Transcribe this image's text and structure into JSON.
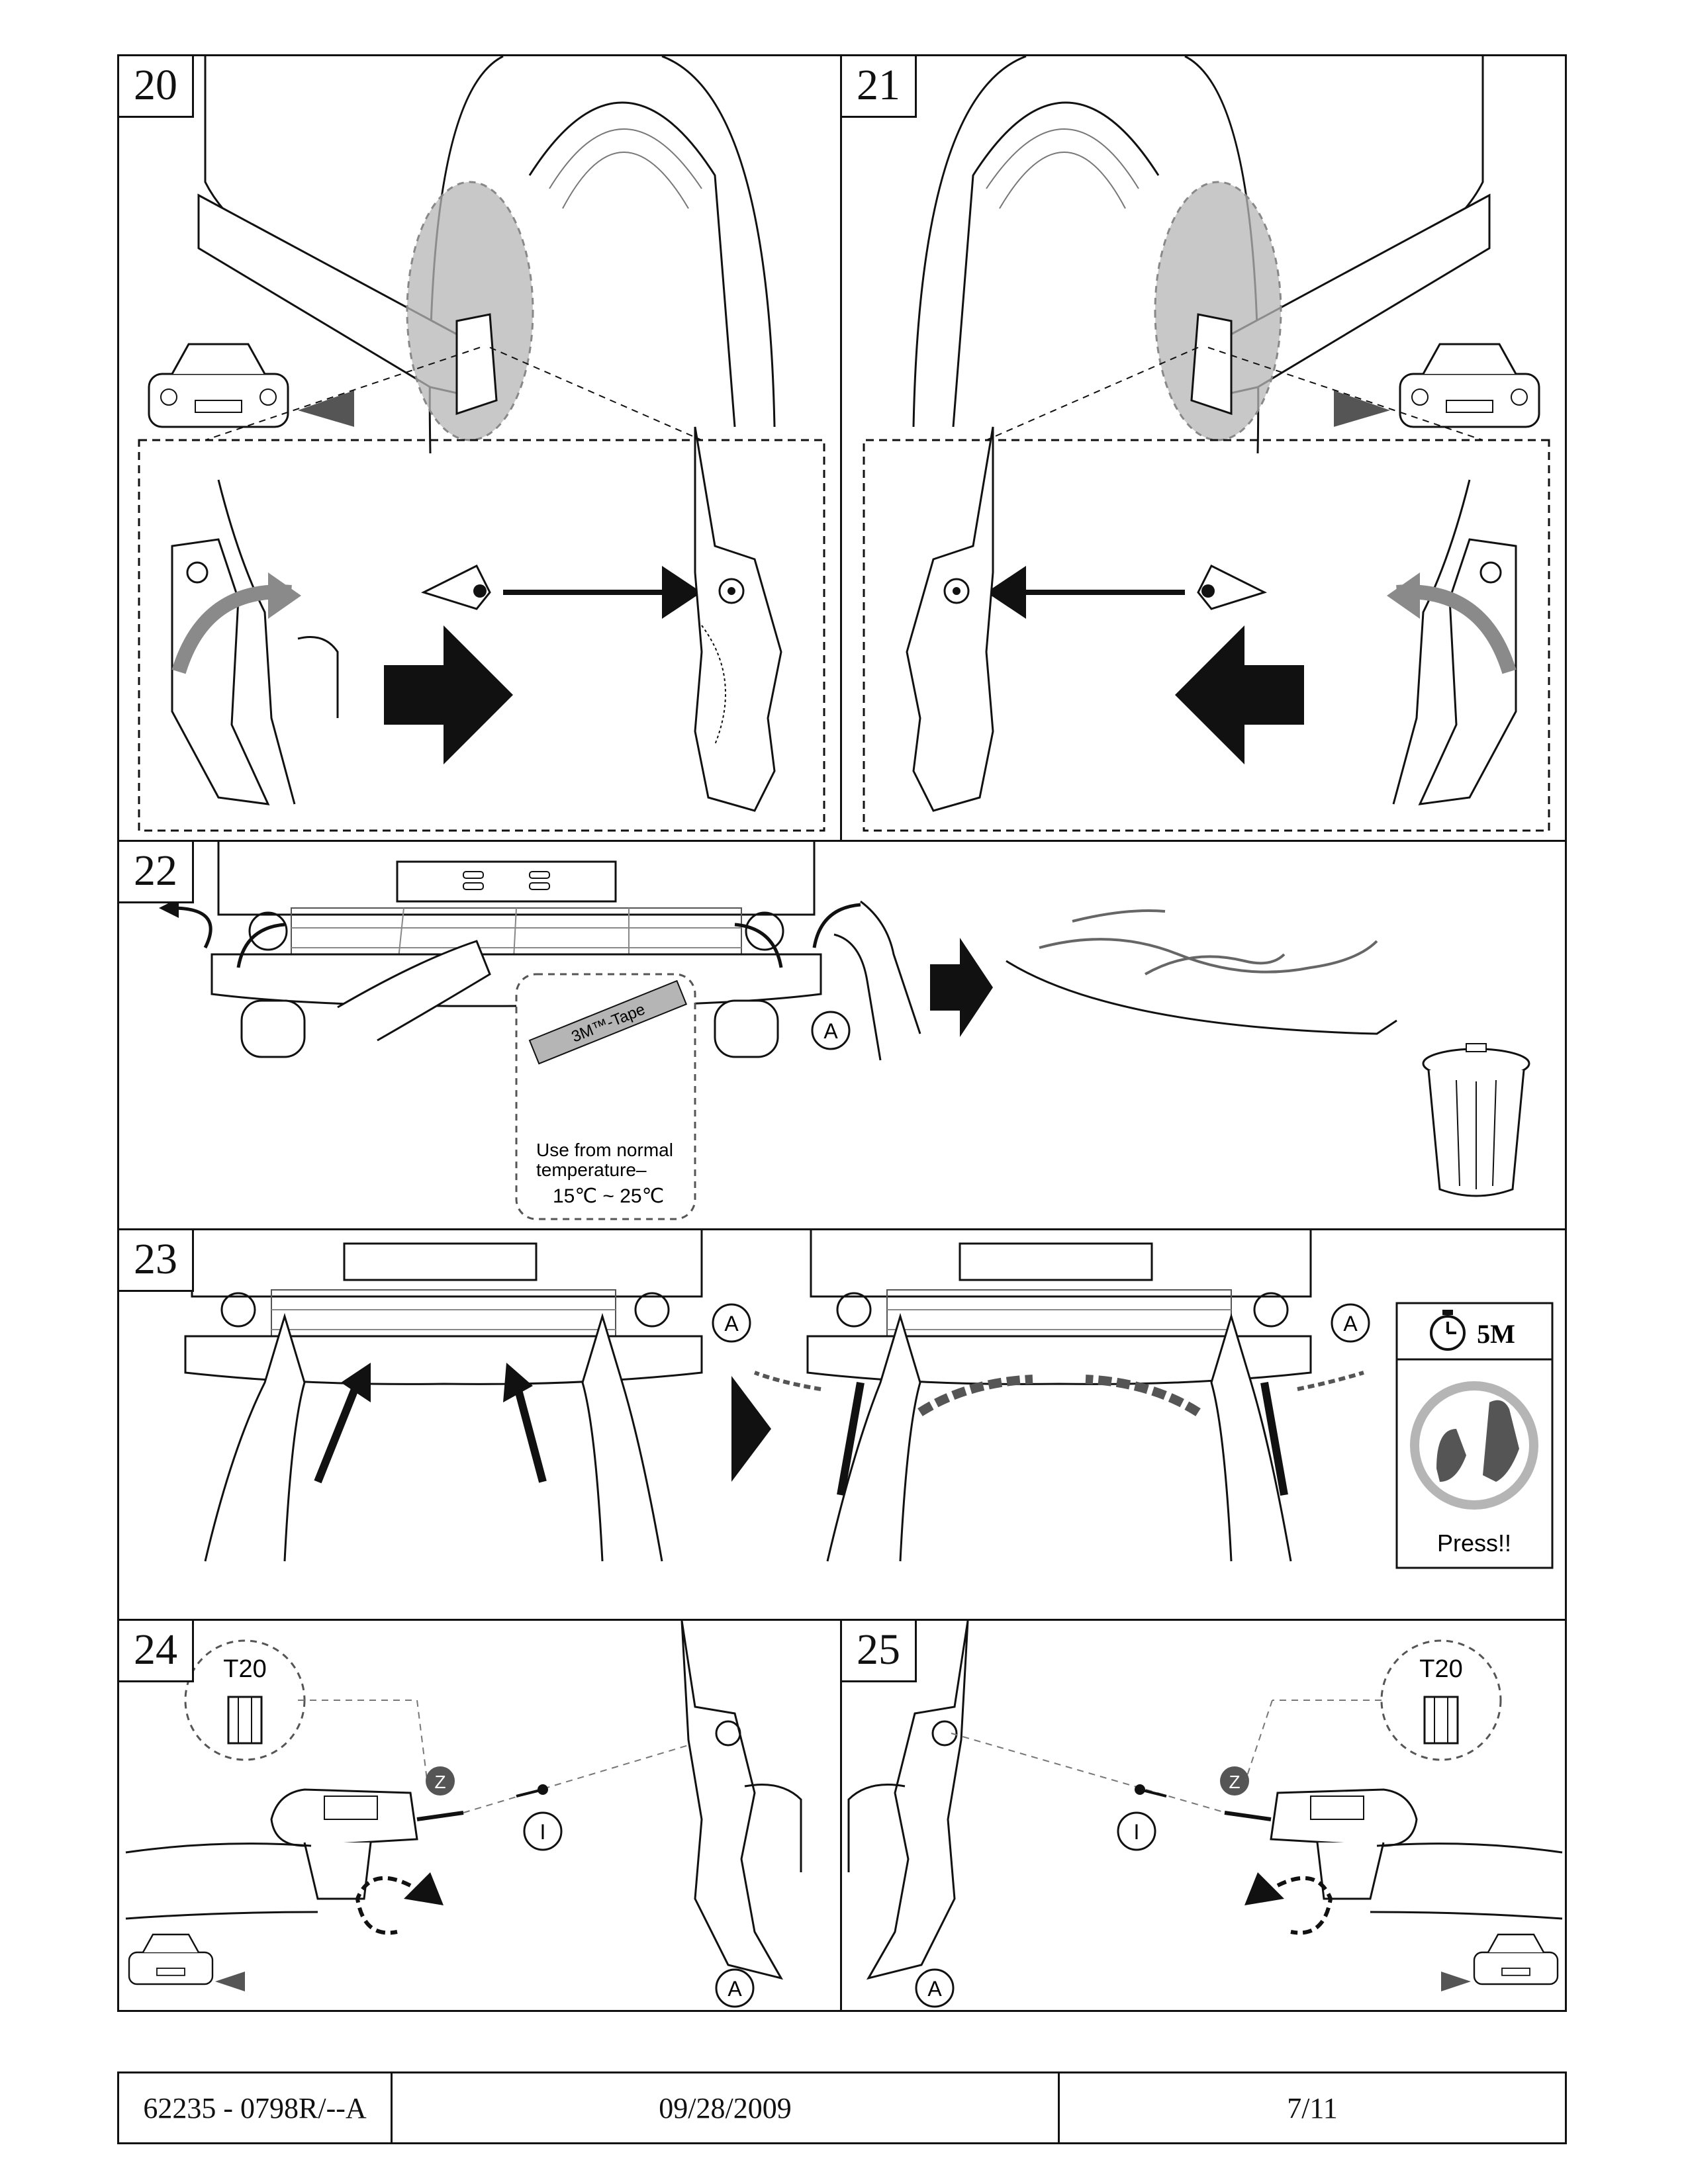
{
  "steps": {
    "s20": {
      "number": "20"
    },
    "s21": {
      "number": "21"
    },
    "s22": {
      "number": "22",
      "circle_label": "A",
      "tape_label": "3M™-Tape",
      "temperature_note_line1": "Use from normal",
      "temperature_note_line2": "temperature–",
      "temperature_range": "15℃ ~ 25℃"
    },
    "s23": {
      "number": "23",
      "circle_label_left": "A",
      "circle_label_right": "A",
      "timer_label": "5M",
      "press_label": "Press!!"
    },
    "s24": {
      "number": "24",
      "tool_label": "T20",
      "bit_label": "Z",
      "screw_label": "I",
      "circle_label": "A"
    },
    "s25": {
      "number": "25",
      "tool_label": "T20",
      "bit_label": "Z",
      "screw_label": "I",
      "circle_label": "A"
    }
  },
  "footer": {
    "part_number": "62235 - 0798R/--A",
    "date": "09/28/2009",
    "page": "7/11"
  },
  "colors": {
    "line": "#111111",
    "gray_shade": "#b5b5b5",
    "arrow_gray": "#8a8a8a",
    "dark_gray": "#555555"
  }
}
